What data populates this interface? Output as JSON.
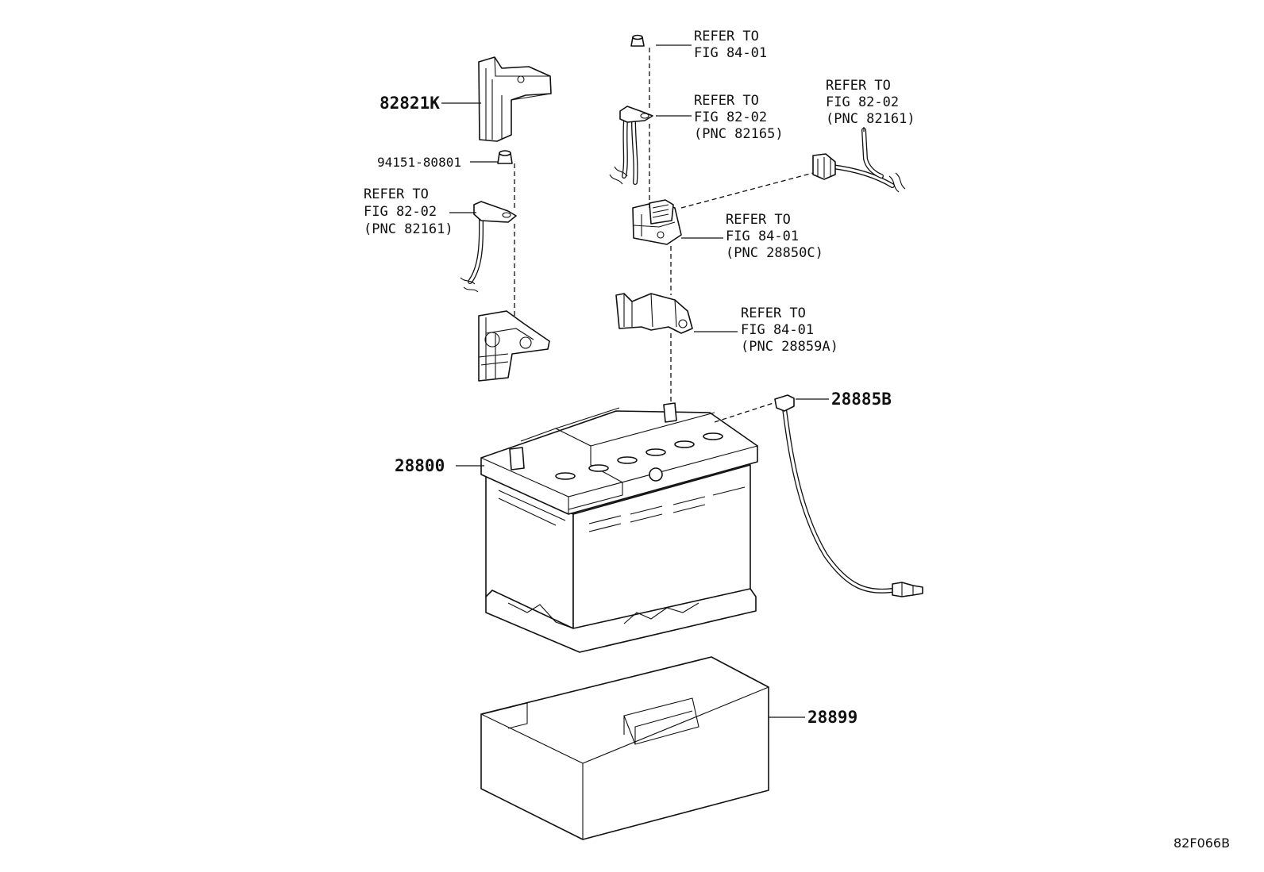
{
  "labels": {
    "p82821k": "82821K",
    "p94151": "94151-80801",
    "p28800": "28800",
    "p28885b": "28885B",
    "p28899": "28899",
    "ref_nut": [
      "REFER TO",
      "FIG 84-01"
    ],
    "ref_82165": [
      "REFER TO",
      "FIG 82-02",
      "(PNC 82165)"
    ],
    "ref_82161_right": [
      "REFER TO",
      "FIG 82-02",
      "(PNC 82161)"
    ],
    "ref_82161_left": [
      "REFER TO",
      "FIG 82-02",
      "(PNC 82161)"
    ],
    "ref_28850c": [
      "REFER TO",
      "FIG 84-01",
      "(PNC 28850C)"
    ],
    "ref_28859a": [
      "REFER TO",
      "FIG 84-01",
      "(PNC 28859A)"
    ],
    "illustration_code": "82F066B"
  }
}
